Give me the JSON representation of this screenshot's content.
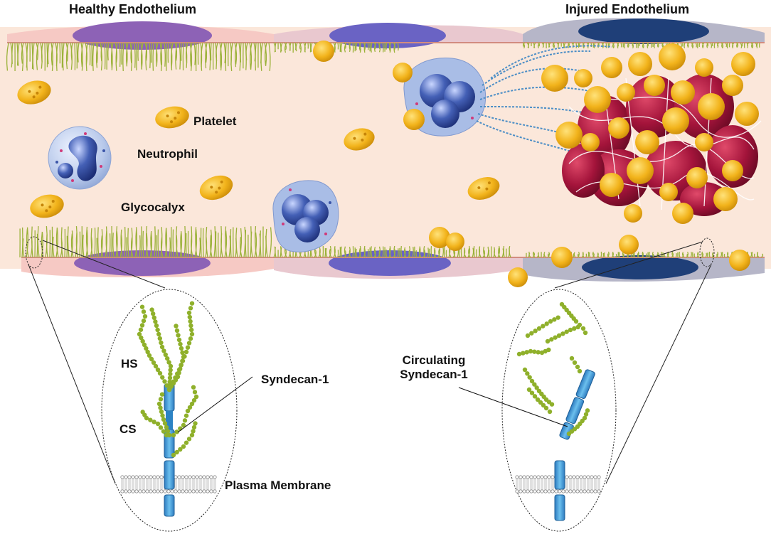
{
  "labels": {
    "healthy_title": "Healthy Endothelium",
    "injured_title": "Injured Endothelium",
    "platelet": "Platelet",
    "neutrophil": "Neutrophil",
    "glycocalyx": "Glycocalyx",
    "hs": "HS",
    "cs": "CS",
    "syndecan": "Syndecan-1",
    "membrane": "Plasma Membrane",
    "circulating_line1": "Circulating",
    "circulating_line2": "Syndecan-1"
  },
  "colors": {
    "lumen": "#fbe7da",
    "healthy_cell": "#f6c9c4",
    "transition_cell": "#e9c8cf",
    "injured_cell": "#b6b6c8",
    "nucleus_healthy": "#8d62b6",
    "nucleus_mid": "#6a63c4",
    "nucleus_injured": "#1f3f78",
    "glycocalyx": "#9bb23a",
    "platelet": "#f1b21c",
    "rbc": "#9e1235",
    "neutrophil": "#3e5aa8",
    "syndecan": "#3f9ad6",
    "gag_bead": "#8fb02b"
  },
  "icons": [
    "platelet-icon",
    "neutrophil-icon",
    "red-blood-cell-icon",
    "syndecan-icon",
    "lipid-bilayer-icon"
  ]
}
